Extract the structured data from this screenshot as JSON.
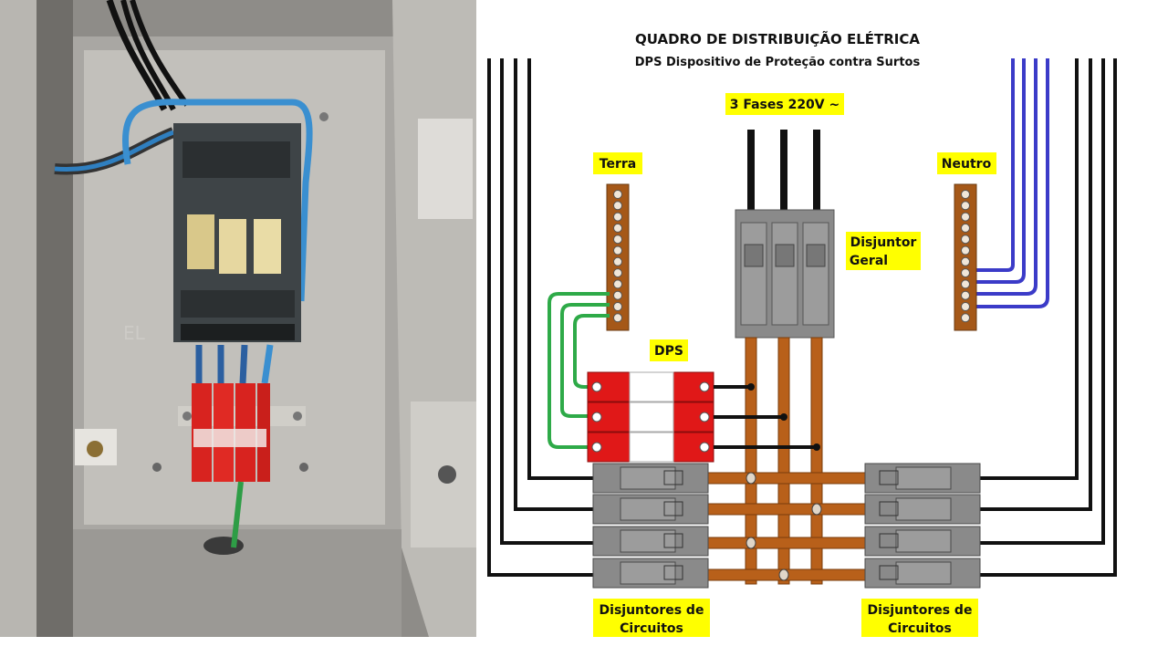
{
  "diagram": {
    "title": "QUADRO DE DISTRIBUIÇÃO ELÉTRICA",
    "subtitle": "DPS Dispositivo de Proteção contra Surtos",
    "labels": {
      "phases": "3 Fases 220V ~",
      "earth": "Terra",
      "neutral": "Neutro",
      "main_breaker_line1": "Disjuntor",
      "main_breaker_line2": "Geral",
      "dps": "DPS",
      "circuits_left_line1": "Disjuntores de",
      "circuits_left_line2": "Circuitos",
      "circuits_right_line1": "Disjuntores de",
      "circuits_right_line2": "Circuitos"
    }
  },
  "colors": {
    "wire_black": "#111111",
    "wire_blue": "#3b3bc8",
    "wire_green": "#2eaa48",
    "busbar_copper": "#b8601a",
    "dps_red": "#e01818",
    "breaker_gray": "#8a8a8a",
    "label_yellow": "#ffff00"
  },
  "photo": {
    "description_icon": "electrical-panel-photo"
  }
}
